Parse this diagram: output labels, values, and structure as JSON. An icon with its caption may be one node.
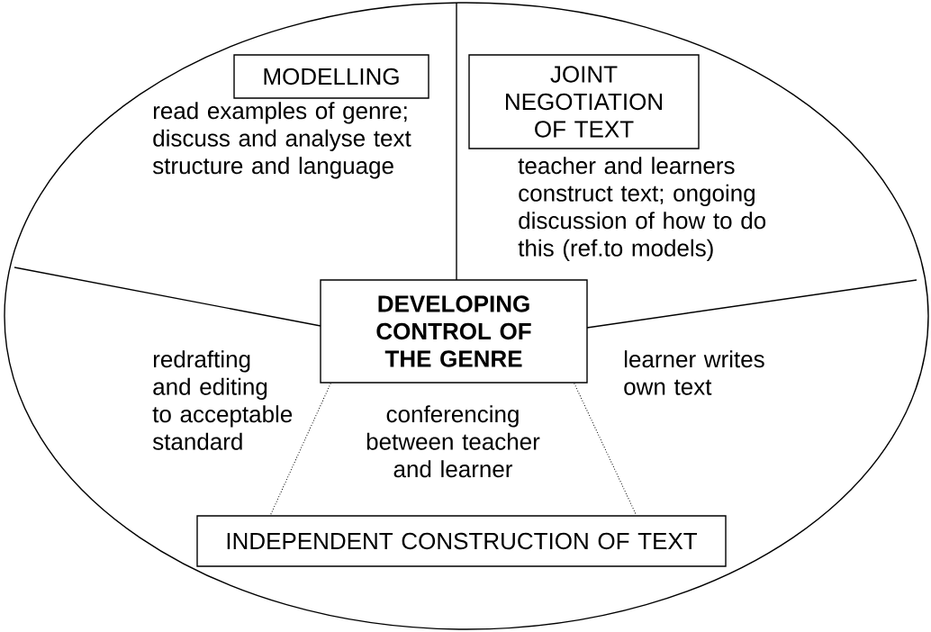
{
  "diagram": {
    "nodes": [
      {
        "text": [
          "MODELLING"
        ],
        "beside": [
          "read examples of genre; discuss and analyse text structure and language"
        ]
      },
      {
        "text": [
          "JOINT NEGOTIATION OF TEXT"
        ],
        "beside": [
          "teacher and learners construct text; ongoing discussion of how to do this (ref.to models)"
        ]
      },
      {
        "text": [
          "DEVELOPING CONTROL OF THE GENRE"
        ]
      },
      {
        "text": [
          "INDEPENDENT CONSTRUCTION OF TEXT"
        ]
      }
    ],
    "edges": [
      {
        "from": 2,
        "to": 3,
        "arrow": "none",
        "style": "dashed"
      },
      {
        "from": 2,
        "to": 3,
        "arrow": "none",
        "style": "dashed"
      }
    ],
    "labels": [
      "redrafting and editing to acceptable standard",
      "conferencing between teacher and learner",
      "learner writes own text"
    ]
  }
}
